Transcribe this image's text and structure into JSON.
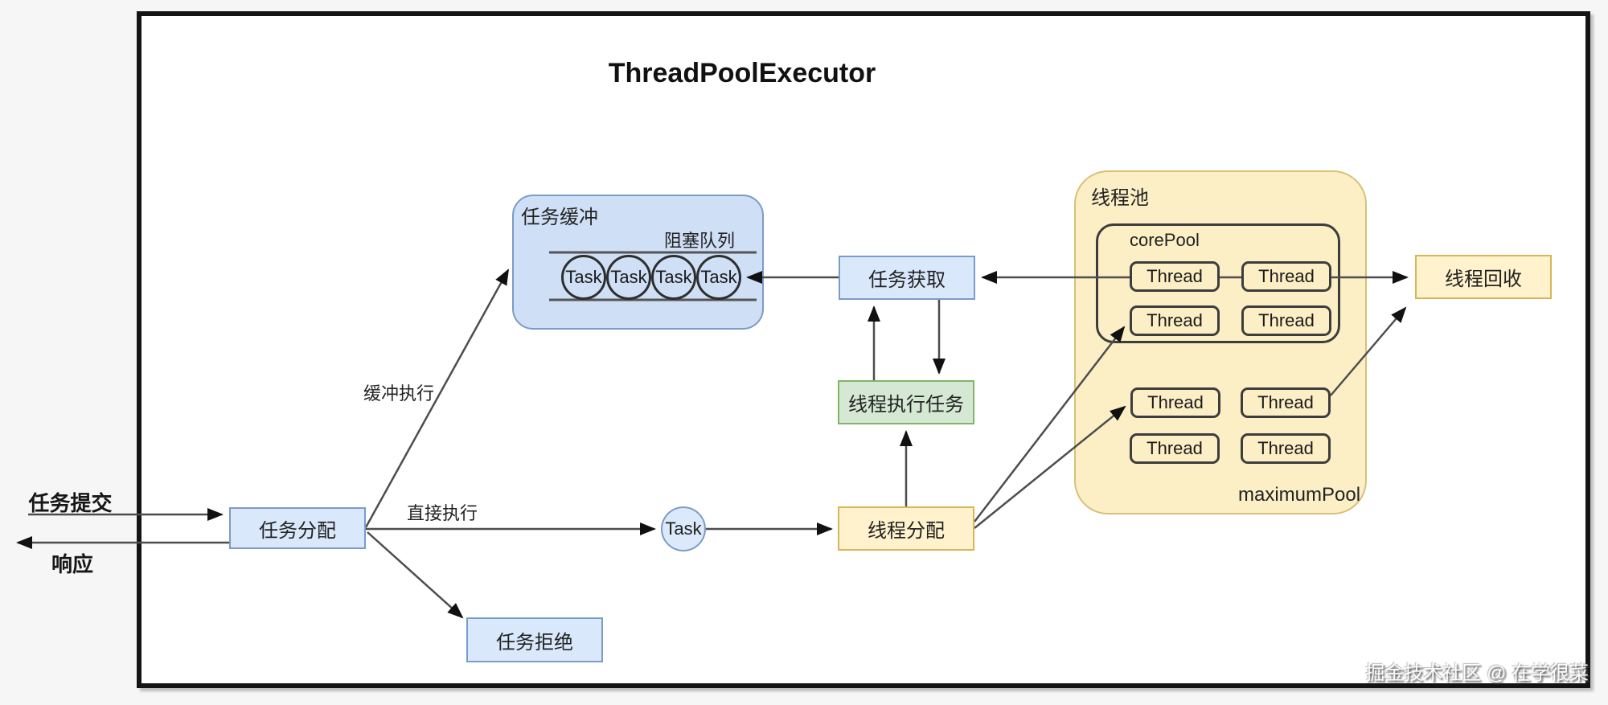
{
  "title": "ThreadPoolExecutor",
  "watermark": "掘金技术社区 @ 在学很菜",
  "io": {
    "submit_label": "任务提交",
    "response_label": "响应"
  },
  "flow_labels": {
    "buffered_exec": "缓冲执行",
    "direct_exec": "直接执行"
  },
  "nodes": {
    "task_dispatch": "任务分配",
    "task_fetch": "任务获取",
    "thread_exec": "线程执行任务",
    "thread_dispatch": "线程分配",
    "task_reject": "任务拒绝",
    "thread_recycle": "线程回收",
    "single_task": "Task"
  },
  "buffer": {
    "label": "任务缓冲",
    "queue_label": "阻塞队列",
    "tasks": [
      "Task",
      "Task",
      "Task",
      "Task"
    ]
  },
  "pool": {
    "label": "线程池",
    "core_label": "corePool",
    "max_label": "maximumPool",
    "core_threads": [
      "Thread",
      "Thread",
      "Thread",
      "Thread"
    ],
    "max_threads": [
      "Thread",
      "Thread",
      "Thread",
      "Thread"
    ]
  },
  "colors": {
    "blue_fill": "#dae8fc",
    "blue_border": "#7b9bc9",
    "buffer_fill": "#cfdff6",
    "green_fill": "#d5e8d4",
    "green_border": "#82b366",
    "yellow_fill": "#fff2cc",
    "yellow_border": "#d6b656",
    "pool_fill": "#fcefc6",
    "pool_border": "#d9c078",
    "thread_border": "#3d3d3d",
    "line": "#4d4d4d",
    "frame": "#141414"
  }
}
